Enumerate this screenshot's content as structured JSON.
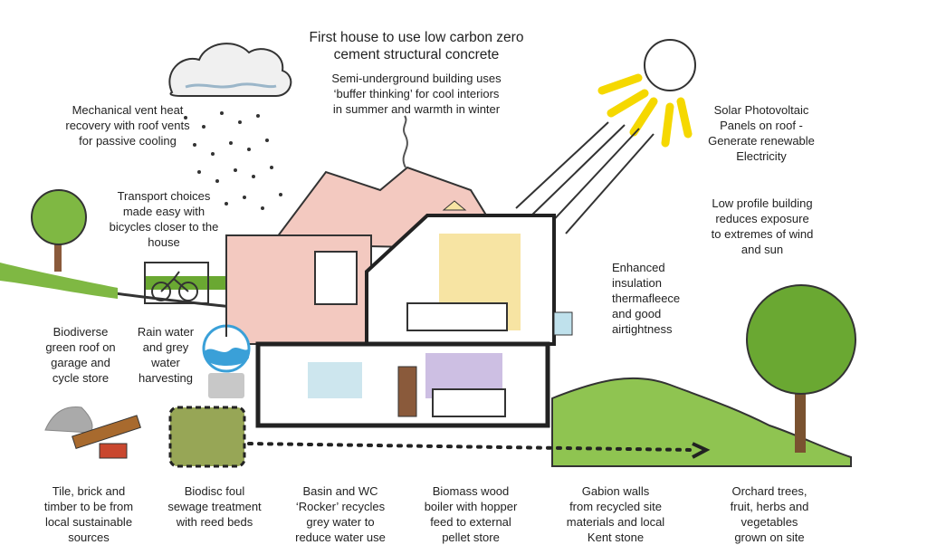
{
  "labels": {
    "title": "First house to use low carbon zero\ncement structural concrete",
    "semi_underground": "Semi-underground building uses\n‘buffer thinking’ for cool interiors\nin summer and warmth in winter",
    "mech_vent": "Mechanical vent heat\nrecovery with roof vents\nfor passive cooling",
    "solar_pv": "Solar Photovoltaic\nPanels on roof -\nGenerate renewable\nElectricity",
    "transport": "Transport choices\nmade easy with\nbicycles closer to the\nhouse",
    "low_profile": "Low profile building\nreduces exposure\nto extremes of wind\nand sun",
    "insulation": "Enhanced\ninsulation\nthermafleece\nand good\nairtightness",
    "green_roof": "Biodiverse\ngreen roof on\ngarage and\ncycle store",
    "rain_water": "Rain water\nand grey\nwater\nharvesting",
    "tile_brick": "Tile, brick and\ntimber to be from\nlocal sustainable\nsources",
    "biodisc": "Biodisc foul\nsewage treatment\nwith reed beds",
    "basin_wc": "Basin and WC\n‘Rocker’ recycles\ngrey water to\nreduce water use",
    "biomass": "Biomass wood\nboiler with hopper\nfeed to external\npellet store",
    "gabion": "Gabion walls\nfrom recycled site\nmaterials and local\nKent stone",
    "orchard": "Orchard trees,\nfruit, herbs and\nvegetables\ngrown on site"
  },
  "colors": {
    "sun": "#f5d800",
    "house_pink": "#f3c9c0",
    "bedroom_yellow": "#f7e4a3",
    "grass_green": "#7fb843",
    "dark_green": "#4a8a1e",
    "tank_blue": "#3aa0d8",
    "tank_grey": "#c8c8c8",
    "reed_bed": "#97a656",
    "purple_room": "#cdbfe3",
    "brick_red": "#c9472f",
    "timber_brown": "#a86a2e"
  },
  "icons": [
    "rain-cloud-icon",
    "sun-icon",
    "bicycle-icon",
    "tree-icon",
    "orchard-tree-icon",
    "water-tank-icon",
    "brick-timber-icon"
  ]
}
